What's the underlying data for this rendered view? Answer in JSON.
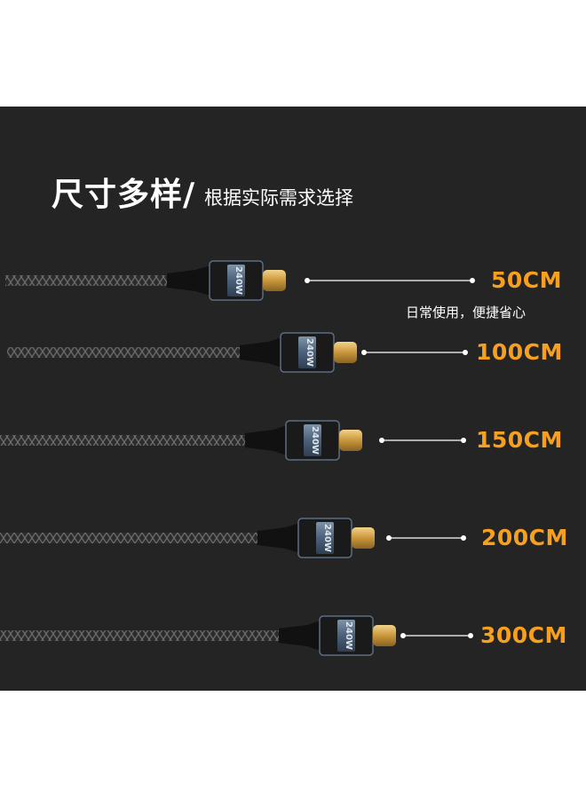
{
  "heading": {
    "main": "尺寸多样/",
    "sub": "根据实际需求选择"
  },
  "connector_marking": "240W",
  "cables": [
    {
      "length": "50CM",
      "note": "日常使用，便捷省心"
    },
    {
      "length": "100CM"
    },
    {
      "length": "150CM"
    },
    {
      "length": "200CM"
    },
    {
      "length": "300CM"
    }
  ],
  "colors": {
    "background": "#242424",
    "label_accent": "#f7a01f",
    "connector_shell": "#4e6680",
    "usb_c_plug": "#d5a548"
  }
}
